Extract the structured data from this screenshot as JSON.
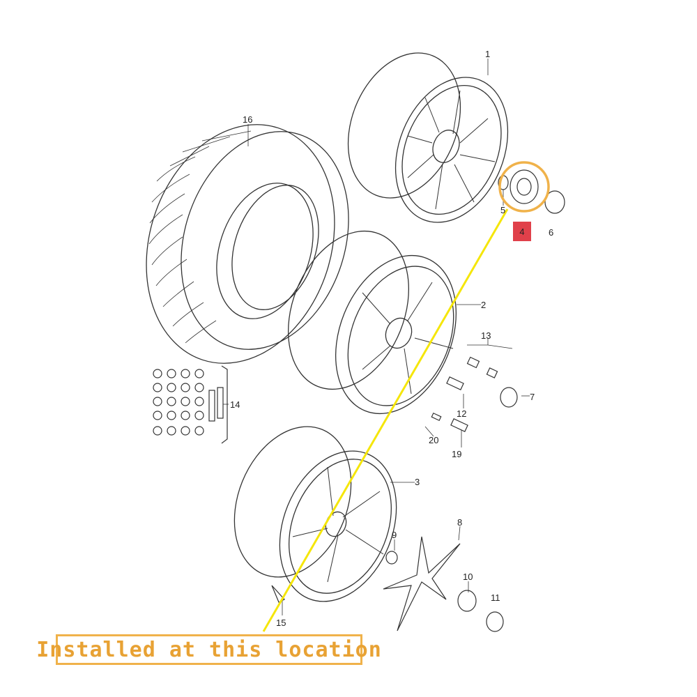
{
  "callout": {
    "text": "Installed at this location"
  },
  "highlighted_part": "4",
  "part_numbers": {
    "p1": "1",
    "p2": "2",
    "p3": "3",
    "p5": "5",
    "p6": "6",
    "p7": "7",
    "p8": "8",
    "p9": "9",
    "p10": "10",
    "p11": "11",
    "p12": "12",
    "p13": "13",
    "p14": "14",
    "p15": "15",
    "p16": "16",
    "p19": "19",
    "p20": "20"
  },
  "colors": {
    "highlight_ring": "#f0b24a",
    "leader_line": "#f5e60a",
    "badge": "#e0404a",
    "callout_text": "#e8a234",
    "line_art": "#333333"
  }
}
